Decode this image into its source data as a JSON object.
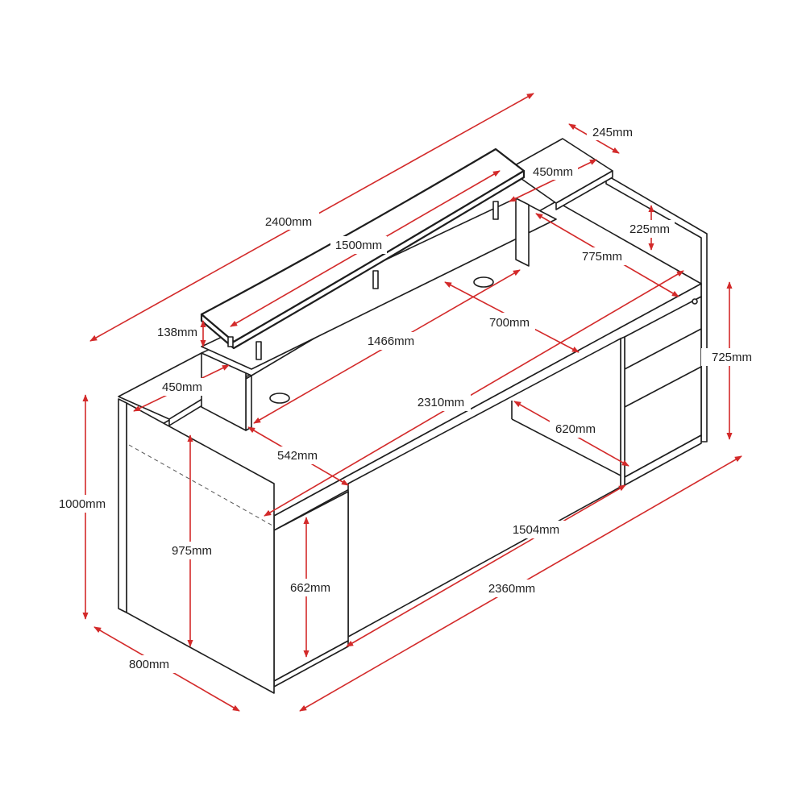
{
  "colors": {
    "dimension": "#d32a2a",
    "outline": "#1e1e1e",
    "background": "#ffffff"
  },
  "dimensions": [
    {
      "id": "overall-length-top",
      "label": "2400mm"
    },
    {
      "id": "top-depth",
      "label": "245mm"
    },
    {
      "id": "counter-return-width",
      "label": "450mm"
    },
    {
      "id": "counter-left-width",
      "label": "450mm"
    },
    {
      "id": "shelf-height",
      "label": "225mm"
    },
    {
      "id": "shelf-length",
      "label": "1500mm"
    },
    {
      "id": "desk-depth",
      "label": "775mm"
    },
    {
      "id": "upper-counter-height",
      "label": "138mm"
    },
    {
      "id": "grommet-distance",
      "label": "700mm"
    },
    {
      "id": "inner-length",
      "label": "1466mm"
    },
    {
      "id": "desk-height",
      "label": "725mm"
    },
    {
      "id": "desk-length",
      "label": "2310mm"
    },
    {
      "id": "knee-depth",
      "label": "620mm"
    },
    {
      "id": "left-depth",
      "label": "542mm"
    },
    {
      "id": "total-height",
      "label": "1000mm"
    },
    {
      "id": "inner-height",
      "label": "975mm"
    },
    {
      "id": "kneehole-width",
      "label": "1504mm"
    },
    {
      "id": "cabinet-height",
      "label": "662mm"
    },
    {
      "id": "base-length",
      "label": "2360mm"
    },
    {
      "id": "base-depth",
      "label": "800mm"
    }
  ]
}
